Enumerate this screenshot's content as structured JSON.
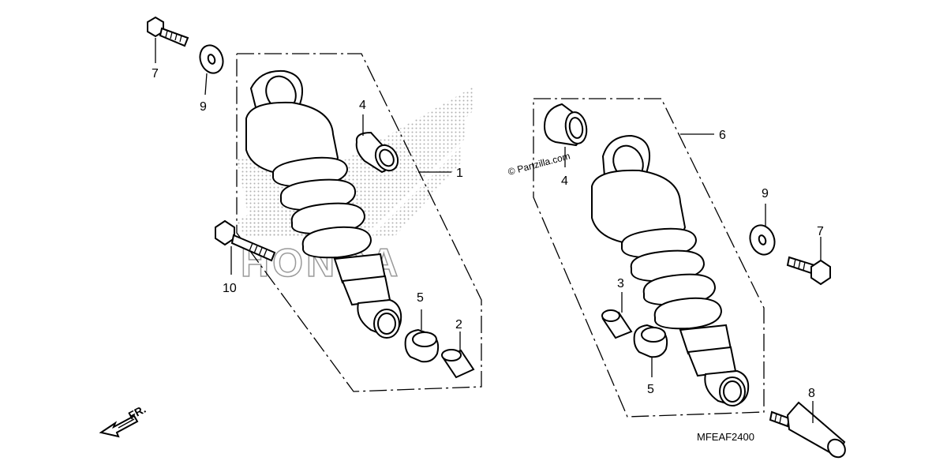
{
  "diagram": {
    "callouts": {
      "left_bolt_top": "7",
      "left_washer": "9",
      "left_bushing": "4",
      "left_shock_assy": "1",
      "left_long_bolt": "10",
      "left_collar": "5",
      "left_spacer": "2",
      "right_shock_assy": "6",
      "right_bushing": "4",
      "right_washer": "9",
      "right_bolt": "7",
      "right_spacer": "3",
      "right_collar": "5",
      "right_pin": "8"
    },
    "watermark_logo": "HONDA",
    "watermark_site": "© Partzilla.com",
    "diagram_code": "MFEAF2400",
    "direction_label": "FR."
  },
  "colors": {
    "ink": "#000000",
    "watermark": "#9a9a9a",
    "background": "#ffffff"
  }
}
